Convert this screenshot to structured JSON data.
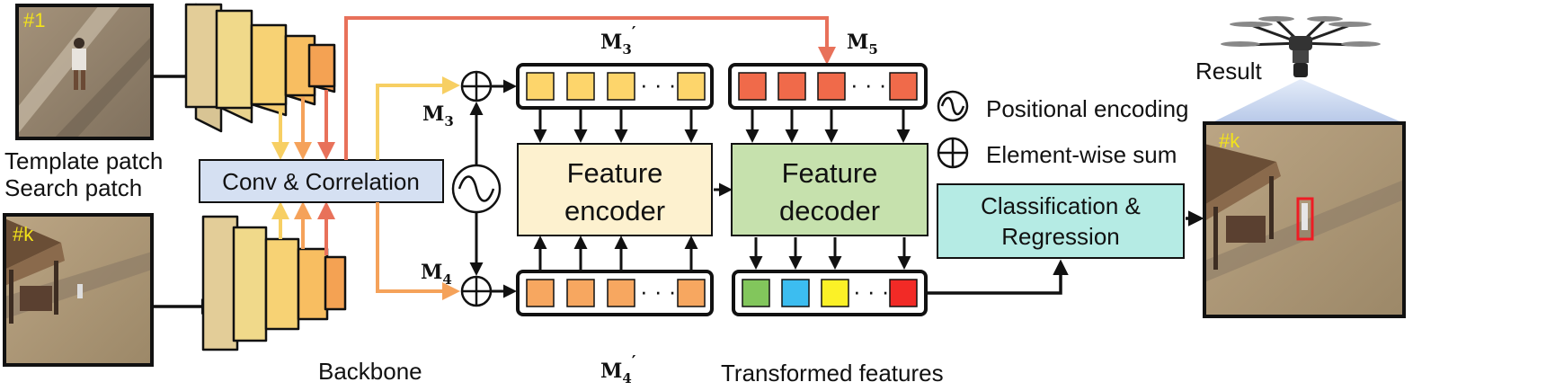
{
  "patches": {
    "template": {
      "tag": "#1",
      "label": "Template patch"
    },
    "search": {
      "tag": "#k",
      "label": "Search patch"
    }
  },
  "backbone": {
    "label": "Backbone",
    "correlation_label": "Conv & Correlation"
  },
  "maps": {
    "m3": {
      "base": "M",
      "sub": "3"
    },
    "m4": {
      "base": "M",
      "sub": "4"
    },
    "m3p": {
      "base": "M",
      "sub": "3",
      "prime": "′"
    },
    "m4p": {
      "base": "M",
      "sub": "4",
      "prime": "′"
    },
    "m5": {
      "base": "M",
      "sub": "5"
    }
  },
  "encoder": {
    "line1": "Feature",
    "line2": "encoder"
  },
  "decoder": {
    "line1": "Feature",
    "line2": "decoder"
  },
  "head": {
    "line1": "Classification &",
    "line2": "Regression"
  },
  "transformed_label": "Transformed features",
  "ellipsis": "· · ·",
  "legend": {
    "positional": "Positional encoding",
    "sum": "Element-wise sum"
  },
  "result": {
    "label": "Result",
    "tag": "#k"
  },
  "colors": {
    "yellow_arrow": "#f7cf63",
    "orange_arrow": "#f5a25a",
    "red_arrow": "#e8715a",
    "token_yellow": "#fdd56b",
    "token_orange": "#f7a760",
    "token_red": "#f06a4a",
    "encoder_fill": "#fdf1cf",
    "decoder_fill": "#c6e1ad",
    "corr_fill": "#d5e0f2",
    "head_fill": "#b5ebe4",
    "bbox_red": "#ee1c24"
  },
  "output_tokens": [
    "#82c65c",
    "#3cbdf0",
    "#fbf127",
    "#f22a26"
  ]
}
